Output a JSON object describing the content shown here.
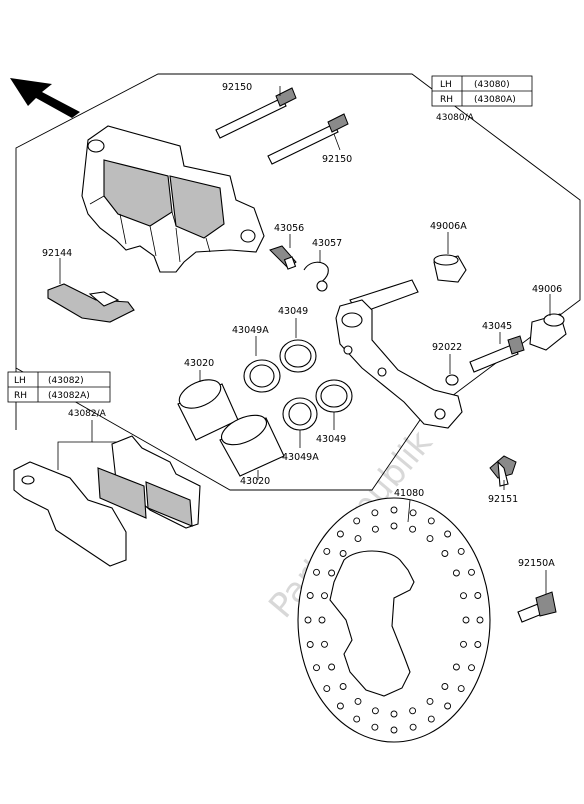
{
  "watermark": "PartsRepublik",
  "caliper_table": {
    "rows": [
      {
        "side": "LH",
        "part": "(43080)"
      },
      {
        "side": "RH",
        "part": "(43080A)"
      }
    ],
    "ref": "43080/A"
  },
  "pad_table": {
    "rows": [
      {
        "side": "LH",
        "part": "(43082)"
      },
      {
        "side": "RH",
        "part": "(43082A)"
      }
    ],
    "ref": "43082/A"
  },
  "labels": {
    "p92150_top": "92150",
    "p92150_mid": "92150",
    "p92144": "92144",
    "p43056": "43056",
    "p43057": "43057",
    "p49006A": "49006A",
    "p49006": "49006",
    "p43049_a": "43049",
    "p43049A_a": "43049A",
    "p43020_a": "43020",
    "p43049_b": "43049",
    "p43049A_b": "43049A",
    "p43020_b": "43020",
    "p43045": "43045",
    "p92022": "92022",
    "p92151": "92151",
    "p41080": "41080",
    "p92150A": "92150A"
  }
}
